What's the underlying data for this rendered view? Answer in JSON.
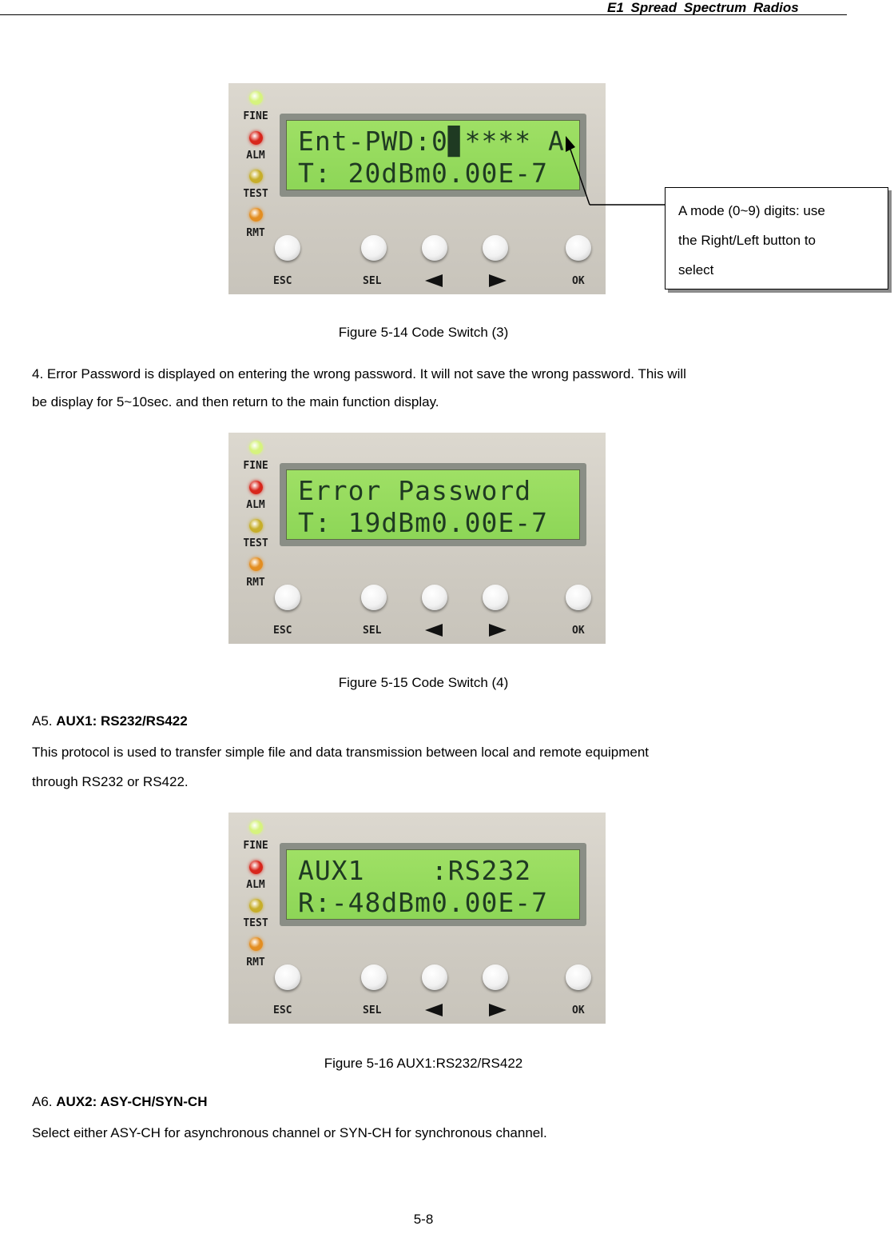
{
  "header": {
    "title": "E1 Spread Spectrum Radios"
  },
  "panel": {
    "leds": [
      {
        "label": "FINE",
        "color": "#d6f37e"
      },
      {
        "label": "ALM",
        "color": "#d8261c"
      },
      {
        "label": "TEST",
        "color": "#c7ae2a"
      },
      {
        "label": "RMT",
        "color": "#e38e22"
      }
    ],
    "buttons": {
      "esc": "ESC",
      "sel": "SEL",
      "ok": "OK"
    }
  },
  "figures": [
    {
      "lcd_line1": "Ent-PWD:0▊**** A",
      "lcd_line2": "T: 20dBm0.00E-7",
      "caption": "Figure 5-14 Code Switch (3)"
    },
    {
      "lcd_line1": "Error Password",
      "lcd_line2": "T: 19dBm0.00E-7",
      "caption": "Figure 5-15 Code Switch (4)"
    },
    {
      "lcd_line1": "AUX1    :RS232",
      "lcd_line2": "R:-48dBm0.00E-7",
      "caption": "Figure 5-16 AUX1:RS232/RS422"
    }
  ],
  "callout": {
    "text": "A mode (0~9) digits: use\nthe Right/Left button to\nselect"
  },
  "body": {
    "p1_line1": "4. Error Password is displayed on entering the wrong password. It will not save the wrong password. This will",
    "p1_line2": "be display for 5~10sec. and then return to the main function display.",
    "a5_prefix": "A5. ",
    "a5_title": "AUX1: RS232/RS422",
    "a5_line1": "This protocol is used to transfer simple file and data transmission between local and remote equipment",
    "a5_line2": "through RS232 or RS422.",
    "a6_prefix": "A6. ",
    "a6_title": "AUX2: ASY-CH/SYN-CH",
    "a6_line1": "Select either ASY-CH for asynchronous channel or SYN-CH for synchronous channel."
  },
  "footer": {
    "page_number": "5-8"
  }
}
